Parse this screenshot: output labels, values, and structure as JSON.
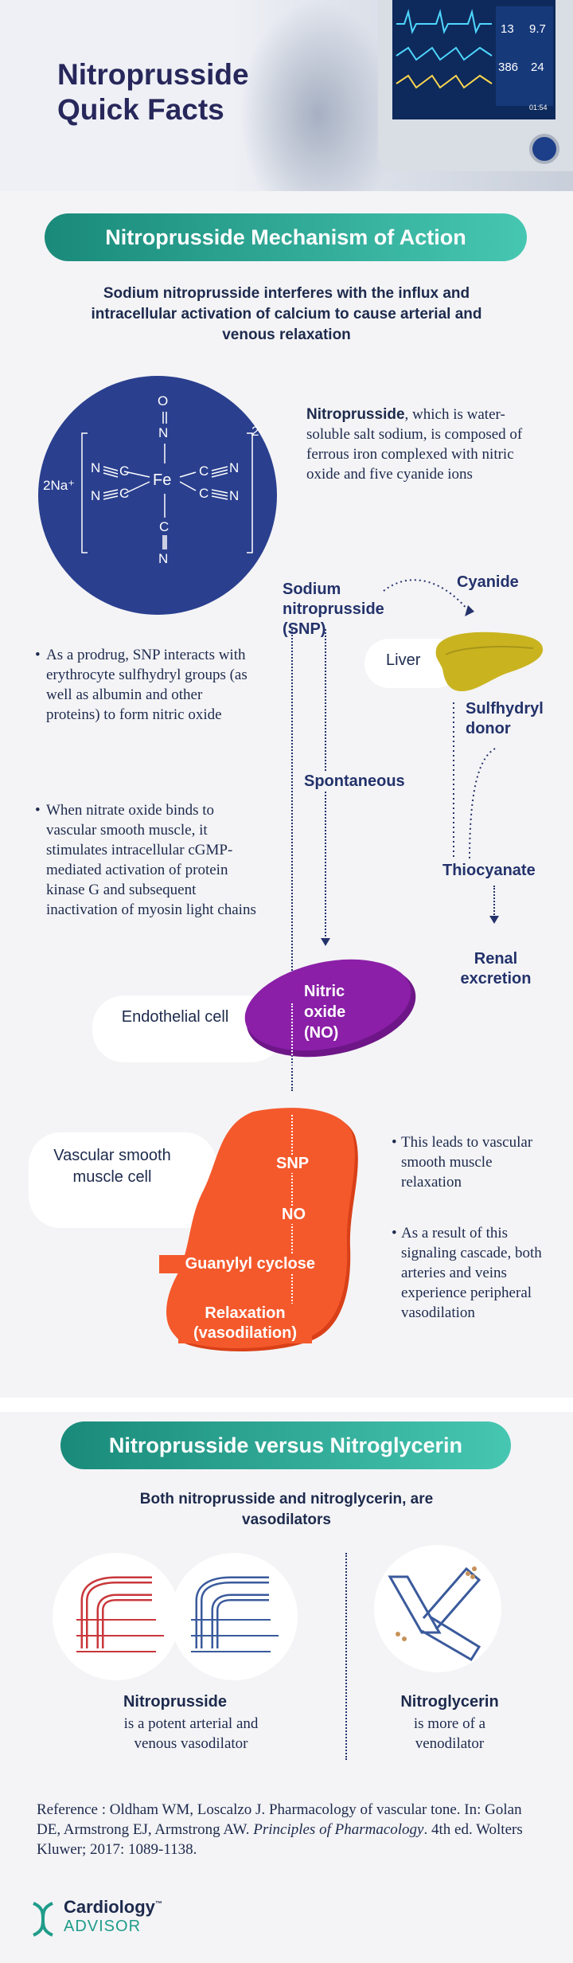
{
  "header": {
    "title_line1": "Nitroprusside",
    "title_line2": "Quick Facts",
    "monitor": {
      "v1": "13",
      "v2": "9.7",
      "v3": "386",
      "v4": "24",
      "v5": "01:54"
    }
  },
  "section1": {
    "title": "Nitroprusside Mechanism of Action",
    "intro": "Sodium nitroprusside interferes with the influx and intracellular activation of calcium to cause arterial and venous relaxation",
    "molecule": {
      "cation": "2Na⁺",
      "charge": "2-",
      "fe": "Fe",
      "n": "N",
      "c": "C",
      "o": "O"
    },
    "description_bold": "Nitroprusside",
    "description_rest": ", which is water-soluble salt sodium, is composed of ferrous iron complexed with nitric oxide and five cyanide ions",
    "bullets_left": [
      "As a prodrug, SNP interacts with erythrocyte sulfhydryl groups (as well as albumin and other proteins) to form nitric oxide",
      "When nitrate oxide binds to vascular smooth muscle, it stimulates intracellular cGMP-mediated activation of protein kinase G and subsequent inactivation of myosin light chains"
    ],
    "flow": {
      "snp": "Sodium nitroprusside (SNP)",
      "cyanide": "Cyanide",
      "liver": "Liver",
      "sulfhydryl": "Sulfhydryl donor",
      "spontaneous": "Spontaneous",
      "thiocyanate": "Thiocyanate",
      "renal": "Renal excretion",
      "endothelial": "Endothelial cell",
      "no": "Nitric oxide (NO)",
      "vascular": "Vascular smooth muscle cell",
      "muscle_snp": "SNP",
      "muscle_no": "NO",
      "guanylyl": "Guanylyl cyclose",
      "relaxation": "Relaxation (vasodilation)"
    },
    "bullets_right": [
      "This leads to vascular smooth muscle relaxation",
      "As a result of this signaling cascade, both arteries and veins experience peripheral vasodilation"
    ]
  },
  "section2": {
    "title": "Nitroprusside versus Nitroglycerin",
    "intro": "Both nitroprusside and nitroglycerin, are vasodilators",
    "left_name": "Nitroprusside",
    "left_desc": "is a potent arterial and venous vasodilator",
    "right_name": "Nitroglycerin",
    "right_desc": "is more of a venodilator"
  },
  "reference": {
    "prefix": "Reference : Oldham WM, Loscalzo J. Pharmacology of vascular tone. In: Golan DE, Armstrong EJ, Armstrong AW. ",
    "italic": "Principles of Pharmacology",
    "suffix": ". 4th ed. Wolters Kluwer; 2017: 1089-1138."
  },
  "brand": {
    "line1": "Cardiology",
    "line2": "ADVISOR",
    "tm": "™"
  },
  "colors": {
    "teal": "#1f9c8a",
    "navy": "#23326b",
    "purple": "#8b1fa8",
    "orange": "#f4502a",
    "liver": "#c9b420"
  }
}
